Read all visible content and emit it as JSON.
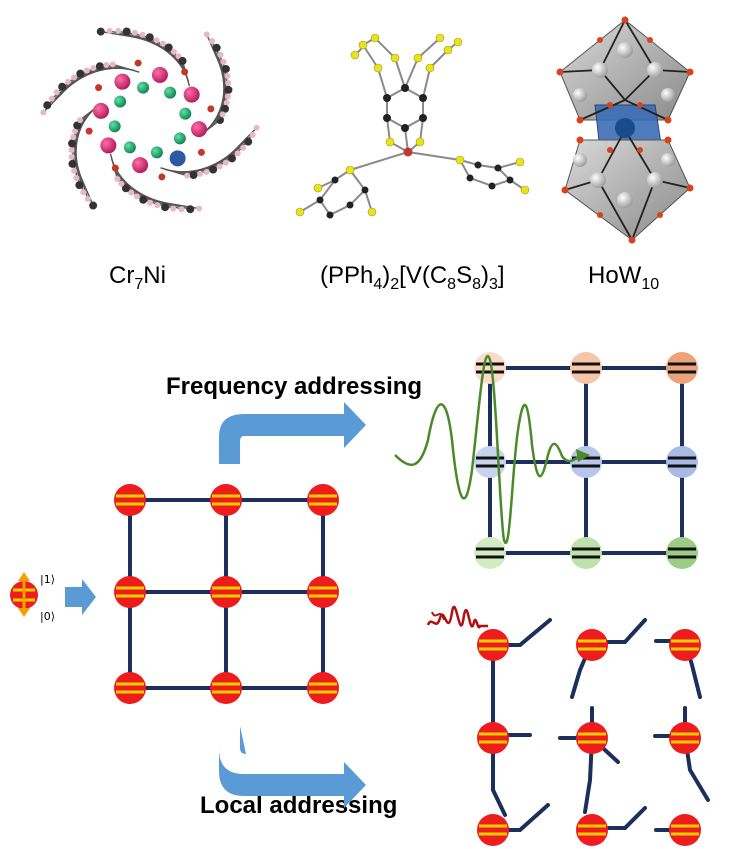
{
  "molecules": [
    {
      "name_main": "Cr",
      "sub1": "7",
      "tail": "Ni"
    },
    {
      "label": "(PPh4)2[V(C8S8)3]"
    },
    {
      "name_main": "HoW",
      "sub1": "10"
    }
  ],
  "qubit_states": {
    "upper": "|1⟩",
    "lower": "|0⟩"
  },
  "frequency_addressing": {
    "label": "Frequency addressing"
  },
  "local_addressing": {
    "label": "Local addressing"
  },
  "colors": {
    "grid_line": "#1c2e5c",
    "qubit_red": "#ee1c1c",
    "qubit_bar": "#f5d000",
    "arrow_blue": "#5b9bd5",
    "wave_green": "#4b8a2a",
    "pulse_red": "#b01010",
    "freq_row_top": [
      "#f9dccb",
      "#f7c6a8",
      "#eea27a"
    ],
    "freq_row_mid": [
      "#c8d3ee",
      "#b7c6ea",
      "#a9bae4"
    ],
    "freq_row_bot": [
      "#d3ebc3",
      "#bfe1ab",
      "#9ccd84"
    ]
  },
  "icons": [
    "cr7ni-ring-molecule-icon",
    "vanadium-dithiolene-molecule-icon",
    "how10-polyoxometalate-icon",
    "spin-qubit-icon",
    "microwave-pulse-icon"
  ]
}
